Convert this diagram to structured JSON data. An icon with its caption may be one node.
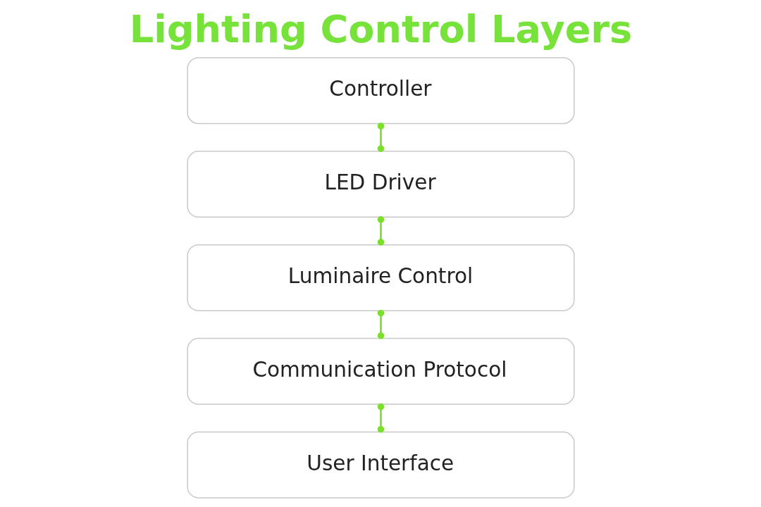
{
  "diagram": {
    "title": "Lighting Control Layers",
    "nodes": [
      {
        "text": [
          "Controller"
        ]
      },
      {
        "text": [
          "LED Driver"
        ]
      },
      {
        "text": [
          "Luminaire Control"
        ]
      },
      {
        "text": [
          "Communication Protocol"
        ]
      },
      {
        "text": [
          "User Interface"
        ]
      }
    ],
    "edges": [
      {
        "from": 0,
        "to": 1,
        "arrow": "other"
      },
      {
        "from": 1,
        "to": 2,
        "arrow": "other"
      },
      {
        "from": 2,
        "to": 3,
        "arrow": "other"
      },
      {
        "from": 3,
        "to": 4,
        "arrow": "other"
      }
    ]
  }
}
